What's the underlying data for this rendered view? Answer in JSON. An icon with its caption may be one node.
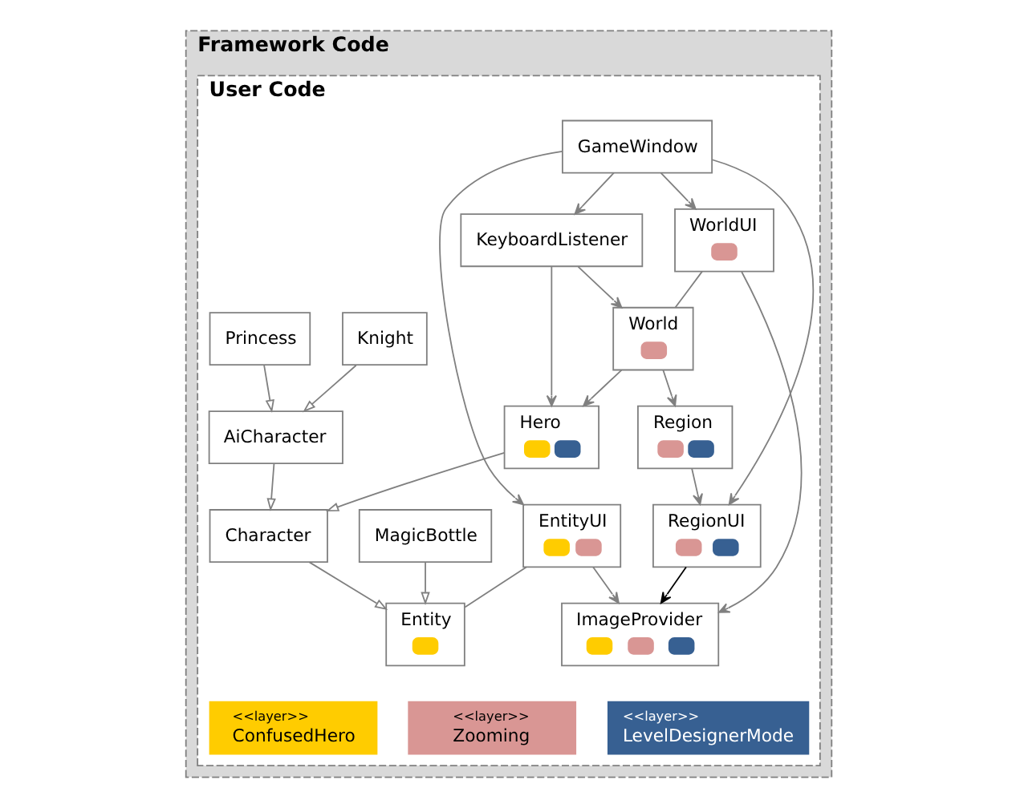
{
  "diagram": {
    "nodes": [
      {
        "text": [
          "Framework Code"
        ]
      },
      {
        "text": [
          "User Code"
        ],
        "in": 0
      },
      {
        "text": [
          "KeyboardListener"
        ],
        "in": 1
      },
      {
        "text": [
          "EntityUI"
        ],
        "in": 1
      },
      {
        "text": [
          "Entity"
        ],
        "in": 1
      },
      {
        "text": [
          "GameWindow"
        ],
        "in": 1
      },
      {
        "text": [
          "MagicBottle"
        ],
        "in": 1
      },
      {
        "text": [
          "Character"
        ],
        "in": 1
      },
      {
        "text": [
          "Region"
        ],
        "in": 1
      },
      {
        "text": [
          "RegionUI"
        ],
        "in": 1
      },
      {
        "text": [
          "WorldUI"
        ],
        "in": 1
      },
      {
        "text": [
          "AiCharacter"
        ],
        "in": 1
      },
      {
        "text": [
          "Hero"
        ],
        "in": 1
      },
      {
        "text": [
          "World"
        ],
        "in": 1
      },
      {
        "text": [
          "ImageProvider"
        ],
        "in": 1
      },
      {
        "text": [
          "Knight"
        ],
        "in": 1
      },
      {
        "text": [
          "Princess"
        ],
        "in": 1
      },
      {
        "text": [
          "<<layer>>",
          "ConfusedHero"
        ],
        "in": 1
      },
      {
        "text": [
          "<<layer>>",
          "Zooming"
        ],
        "in": 1
      },
      {
        "text": [
          "<<layer>>",
          "LevelDesignerMode"
        ],
        "in": 1
      }
    ],
    "edges": [
      {
        "from": 5,
        "to": 2,
        "arrow": "to"
      },
      {
        "from": 5,
        "to": 3,
        "arrow": "to"
      },
      {
        "from": 5,
        "to": 9,
        "arrow": "to"
      },
      {
        "from": 5,
        "to": 10,
        "arrow": "to"
      },
      {
        "from": 3,
        "to": 14,
        "arrow": "to"
      },
      {
        "from": 3,
        "to": 4,
        "arrow": "none"
      },
      {
        "from": 6,
        "to": 4,
        "arrow": "to"
      },
      {
        "from": 7,
        "to": 4,
        "arrow": "to"
      },
      {
        "from": 11,
        "to": 7,
        "arrow": "to"
      },
      {
        "from": 12,
        "to": 7,
        "arrow": "to"
      },
      {
        "from": 15,
        "to": 11,
        "arrow": "to"
      },
      {
        "from": 16,
        "to": 11,
        "arrow": "to"
      },
      {
        "from": 2,
        "to": 12,
        "arrow": "to"
      },
      {
        "from": 2,
        "to": 13,
        "arrow": "to"
      },
      {
        "from": 13,
        "to": 12,
        "arrow": "to"
      },
      {
        "from": 13,
        "to": 8,
        "arrow": "to"
      },
      {
        "from": 9,
        "to": 14,
        "arrow": "to",
        "color": "#000000"
      },
      {
        "from": 10,
        "to": 14,
        "arrow": "to"
      },
      {
        "from": 10,
        "to": 13,
        "arrow": "none"
      },
      {
        "from": 8,
        "to": 9,
        "arrow": "to"
      }
    ]
  }
}
